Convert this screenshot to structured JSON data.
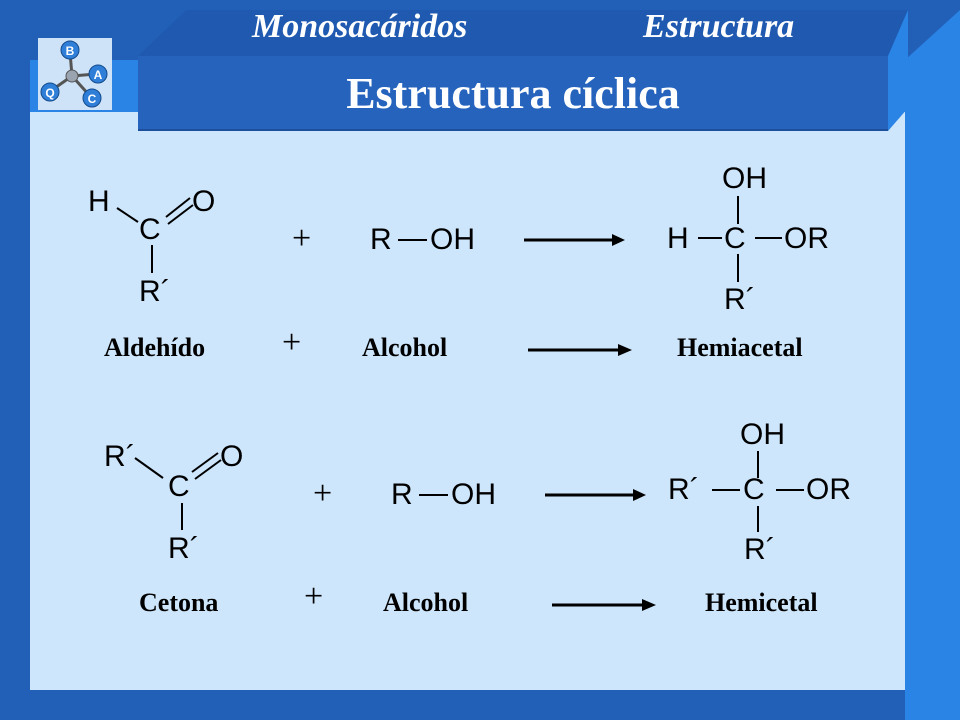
{
  "header": {
    "topic_left": "Monosacáridos",
    "topic_right": "Estructura",
    "title": "Estructura cíclica"
  },
  "logo": {
    "letters": [
      "B",
      "A",
      "C",
      "Q"
    ]
  },
  "reaction1": {
    "reactant1": {
      "h": "H",
      "c": "C",
      "o": "O",
      "r": "R´"
    },
    "plus": "+",
    "reactant2": {
      "r": "R",
      "oh": "OH"
    },
    "product": {
      "oh": "OH",
      "h": "H",
      "c": "C",
      "or": "OR",
      "r": "R´"
    },
    "labels": {
      "reactant1": "Aldehído",
      "plus": "+",
      "reactant2": "Alcohol",
      "product": "Hemiacetal"
    }
  },
  "reaction2": {
    "reactant1": {
      "r1": "R´",
      "c": "C",
      "o": "O",
      "r2": "R´"
    },
    "plus": "+",
    "reactant2": {
      "r": "R",
      "oh": "OH"
    },
    "product": {
      "oh": "OH",
      "r1": "R´",
      "c": "C",
      "or": "OR",
      "r2": "R´"
    },
    "labels": {
      "reactant1": "Cetona",
      "plus": "+",
      "reactant2": "Alcohol",
      "product": "Hemicetal"
    }
  },
  "colors": {
    "frame_dark": "#2260b8",
    "frame_light": "#2a84e6",
    "content_bg": "#cde6fb",
    "title_bar": "#2563bd"
  }
}
